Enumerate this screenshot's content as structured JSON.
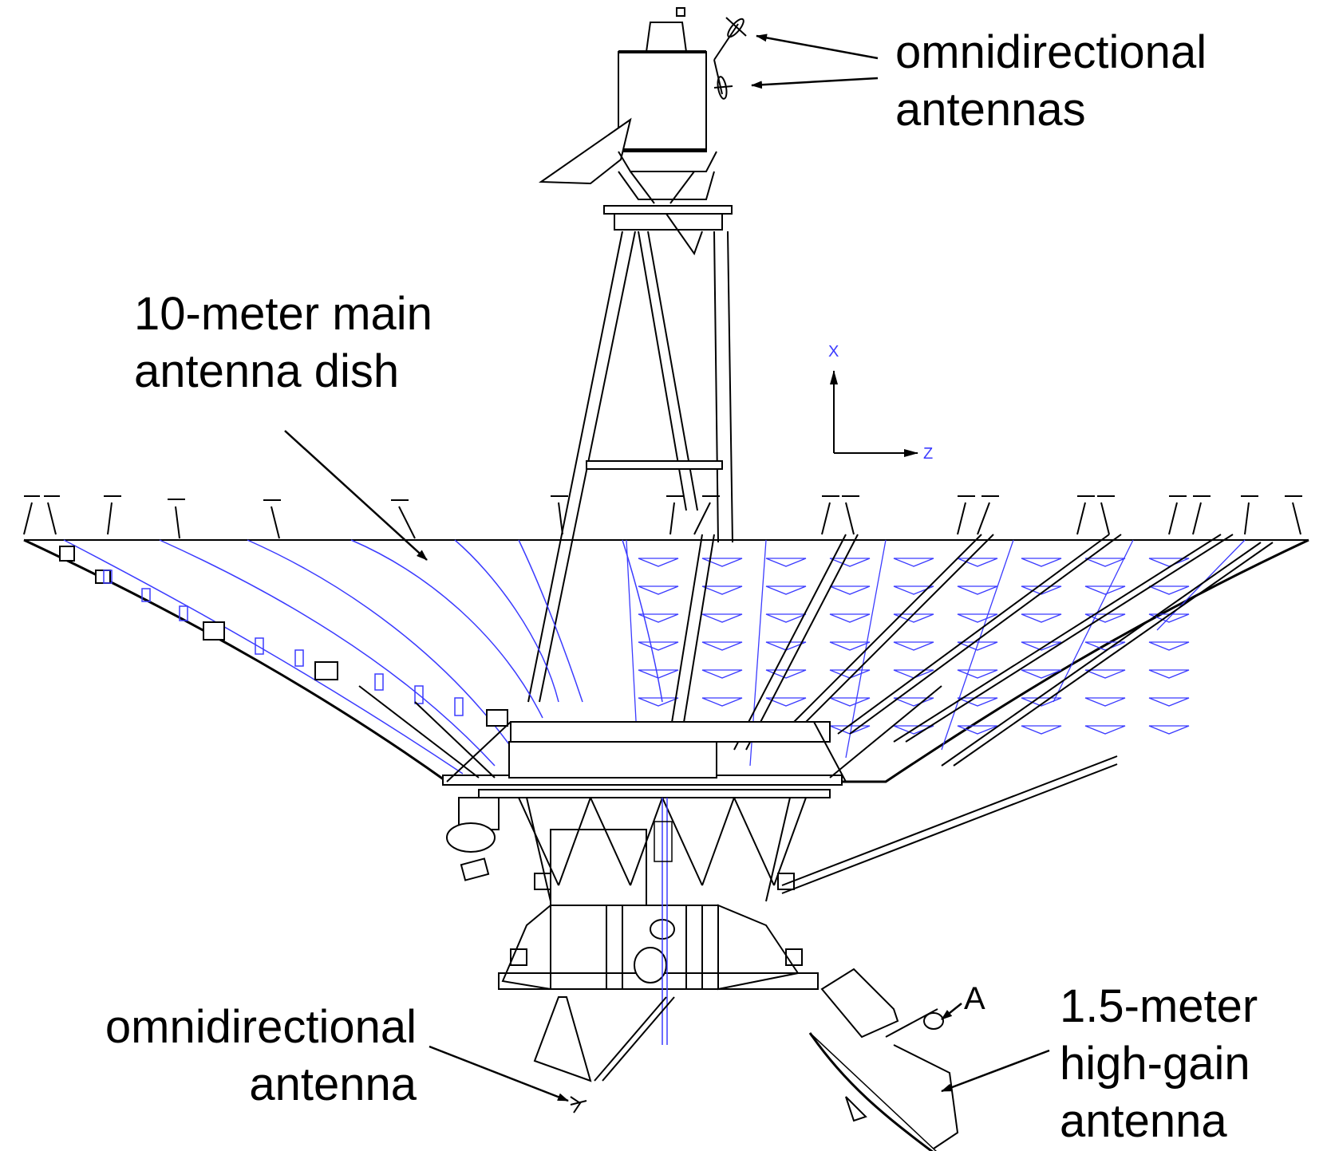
{
  "labels": {
    "omni_top_line1": "omnidirectional",
    "omni_top_line2": "antennas",
    "main_dish_line1": "10-meter main",
    "main_dish_line2": "antenna dish",
    "omni_bottom_line1": "omnidirectional",
    "omni_bottom_line2": "antenna",
    "hga_line1": "1.5-meter",
    "hga_line2": "high-gain",
    "hga_line3": "antenna",
    "point_a": "A"
  },
  "axes": {
    "x_label": "X",
    "z_label": "Z"
  },
  "colors": {
    "line": "#000000",
    "mesh": "#3b3bff",
    "background": "#ffffff"
  }
}
